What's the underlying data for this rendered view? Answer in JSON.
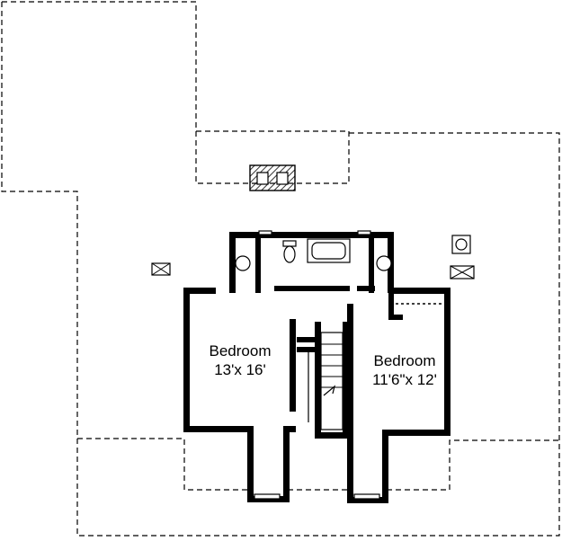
{
  "rooms": [
    {
      "name": "Bedroom",
      "size": "13'x 16'"
    },
    {
      "name": "Bedroom",
      "size": "11'6\"x 12'"
    }
  ],
  "colors": {
    "line": "#000000",
    "background": "#ffffff"
  },
  "icons": [
    "chimney-icon",
    "attic-vent-icon",
    "sink-icon",
    "toilet-icon",
    "bathtub-icon",
    "water-heater-icon"
  ]
}
